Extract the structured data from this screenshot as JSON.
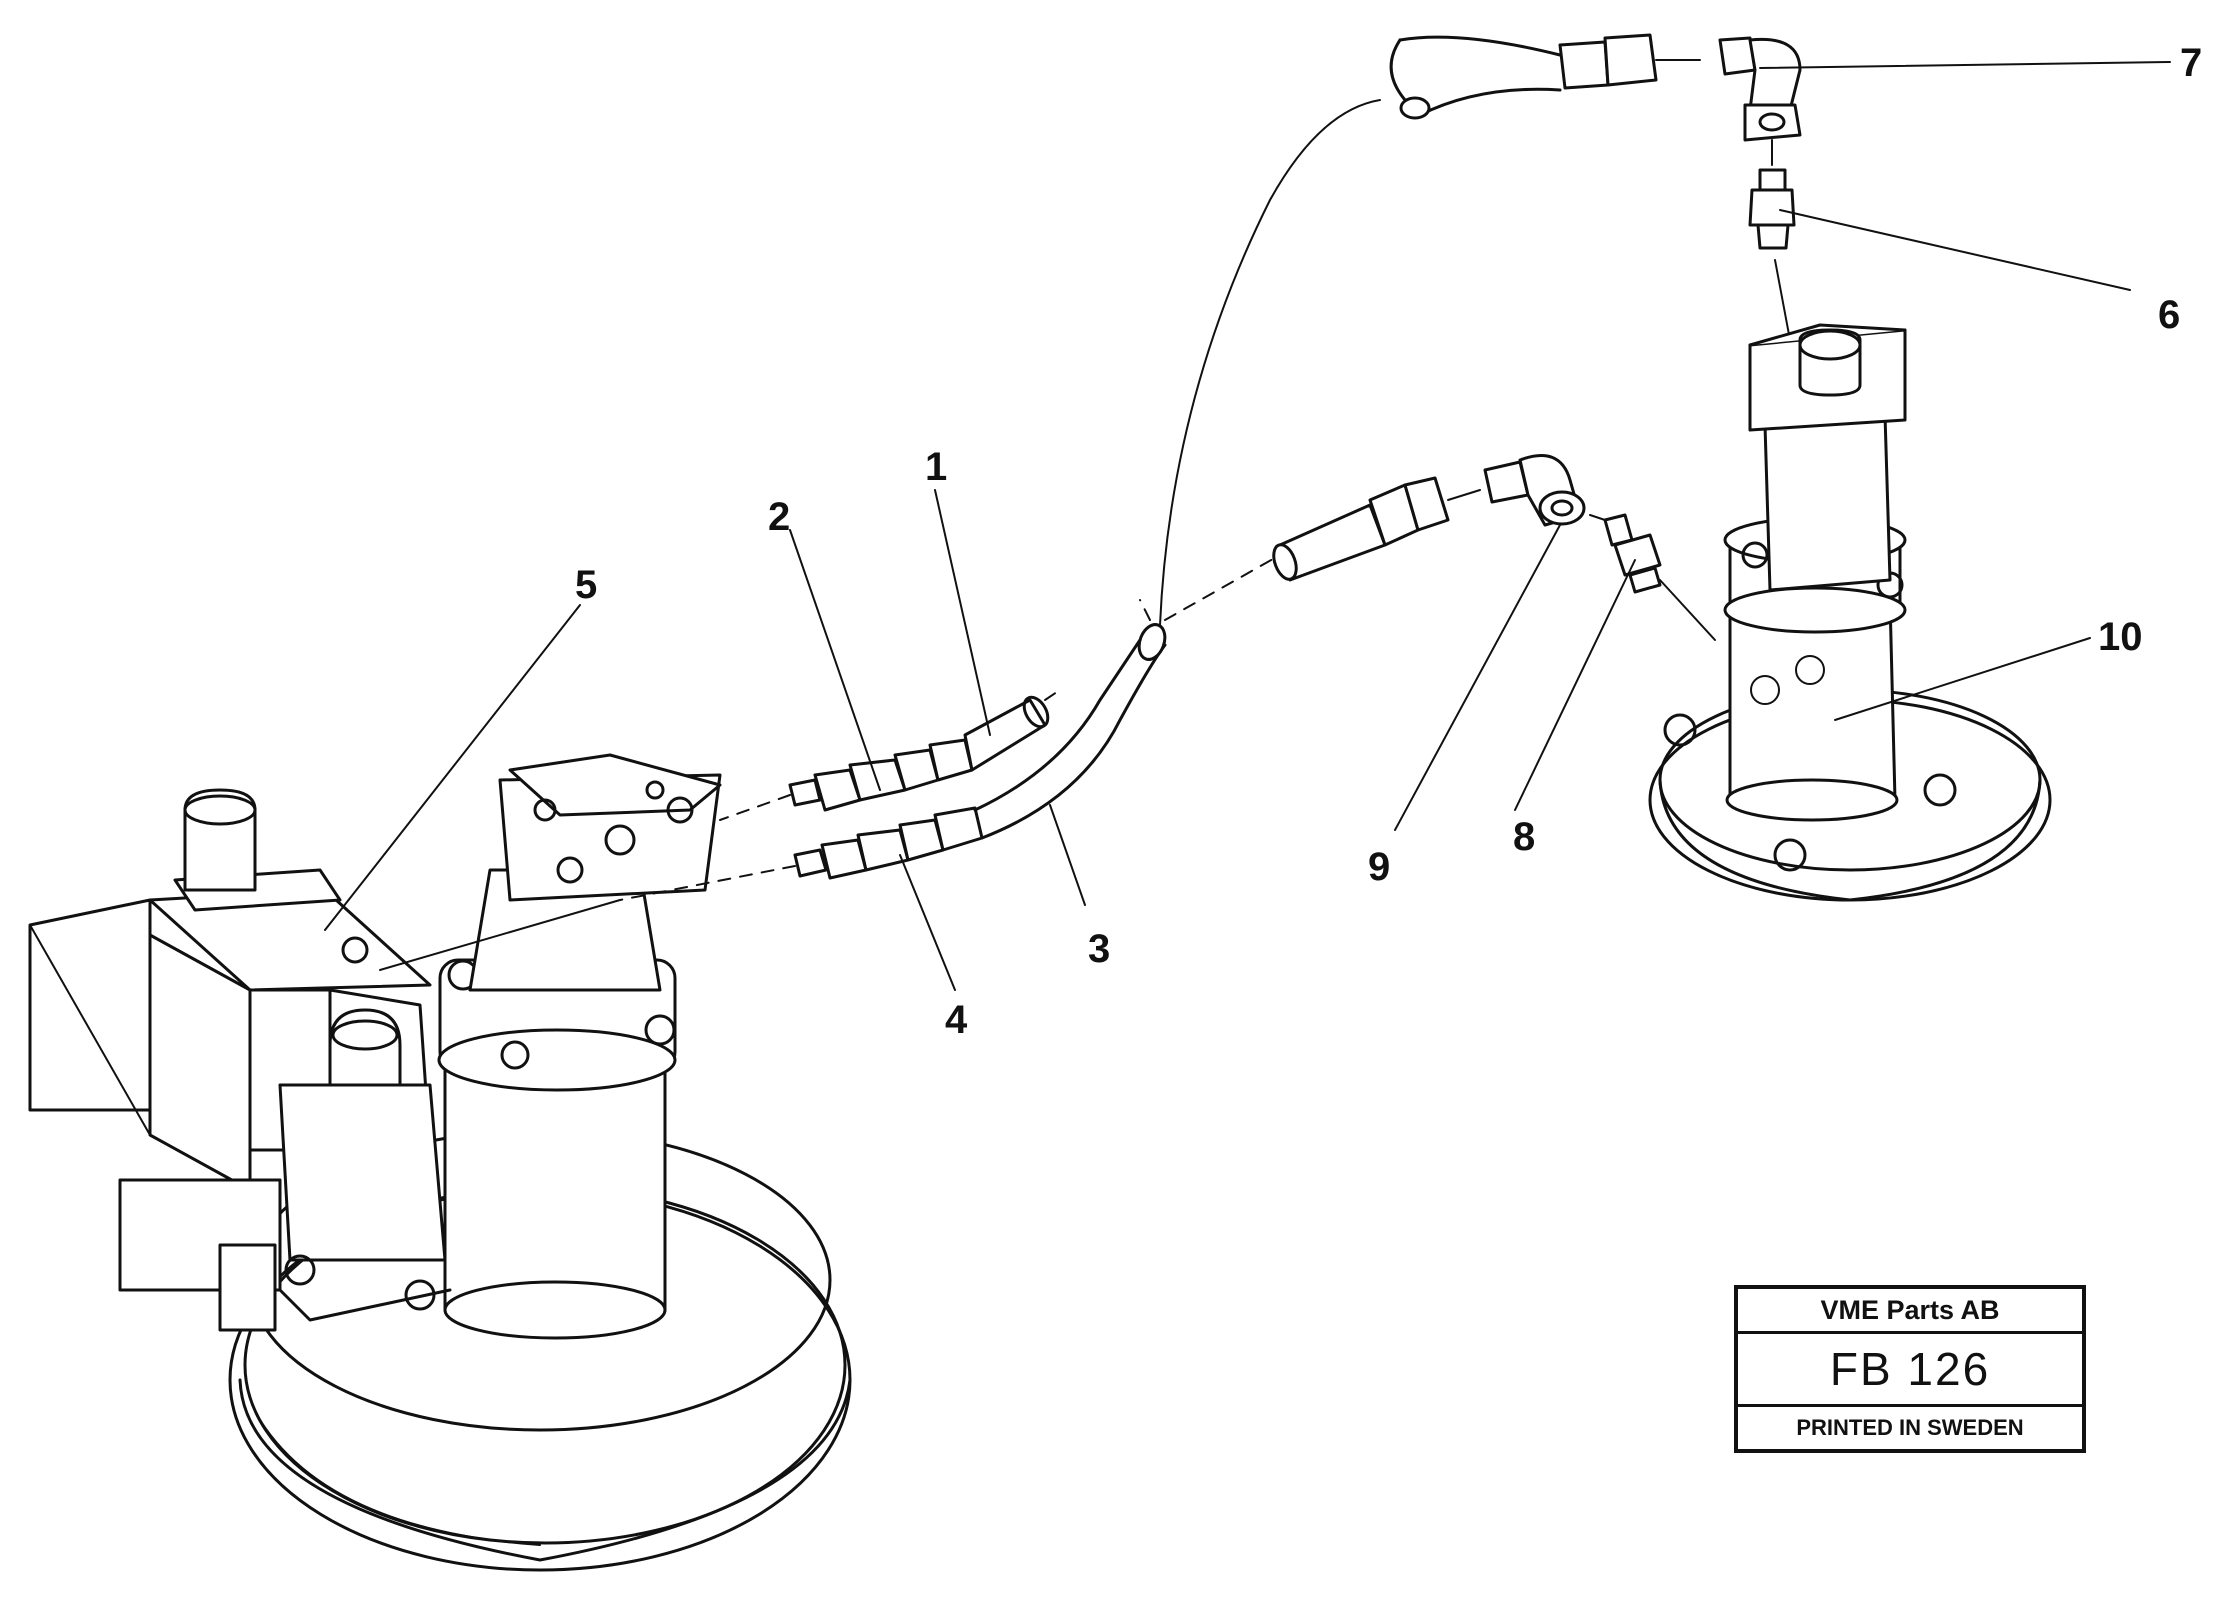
{
  "callouts": [
    {
      "id": "1",
      "label": "1"
    },
    {
      "id": "2",
      "label": "2"
    },
    {
      "id": "3",
      "label": "3"
    },
    {
      "id": "4",
      "label": "4"
    },
    {
      "id": "5",
      "label": "5"
    },
    {
      "id": "6",
      "label": "6"
    },
    {
      "id": "7",
      "label": "7"
    },
    {
      "id": "8",
      "label": "8"
    },
    {
      "id": "9",
      "label": "9"
    },
    {
      "id": "10",
      "label": "10"
    }
  ],
  "stamp": {
    "company": "VME Parts AB",
    "code": "FB 126",
    "printed": "PRINTED IN SWEDEN"
  }
}
